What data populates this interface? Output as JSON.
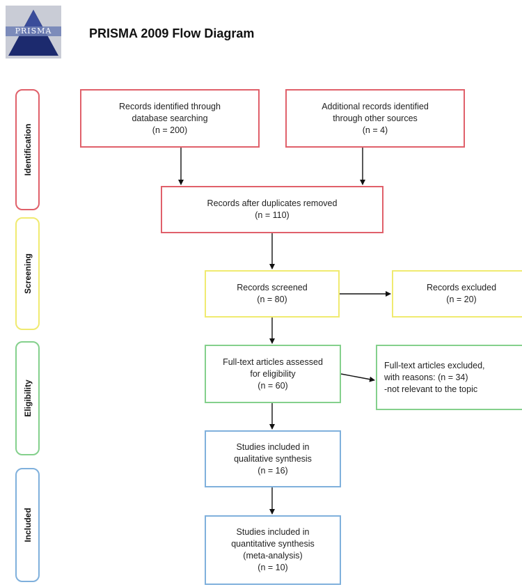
{
  "logo": {
    "text": "PRISMA",
    "icon": "prisma-logo-icon"
  },
  "title": "PRISMA 2009 Flow Diagram",
  "phases": {
    "identification": "Identification",
    "screening": "Screening",
    "eligibility": "Eligibility",
    "included": "Included"
  },
  "boxes": {
    "database": {
      "line1": "Records identified through",
      "line2": "database searching",
      "count": "(n = 200)"
    },
    "other": {
      "line1": "Additional records identified",
      "line2": "through other sources",
      "count": "(n = 4)"
    },
    "duplicates": {
      "line1": "Records after duplicates removed",
      "count": "(n = 110)"
    },
    "screened": {
      "line1": "Records screened",
      "count": "(n = 80)"
    },
    "excluded": {
      "line1": "Records excluded",
      "count": "(n = 20)"
    },
    "fulltext": {
      "line1": "Full-text articles assessed",
      "line2": "for eligibility",
      "count": "(n = 60)"
    },
    "fulltext_excluded": {
      "line1": "Full-text articles excluded,",
      "line2": "with reasons: (n = 34)",
      "line3": "-not relevant to the topic"
    },
    "qualitative": {
      "line1": "Studies included in",
      "line2": "qualitative synthesis",
      "count": "(n = 16)"
    },
    "quantitative": {
      "line1": "Studies included in",
      "line2": "quantitative synthesis",
      "line3": "(meta-analysis)",
      "count": "(n = 10)"
    }
  },
  "colors": {
    "identification": "#e0606a",
    "screening": "#f0ea70",
    "eligibility": "#84d08c",
    "included": "#7fb0dc"
  }
}
